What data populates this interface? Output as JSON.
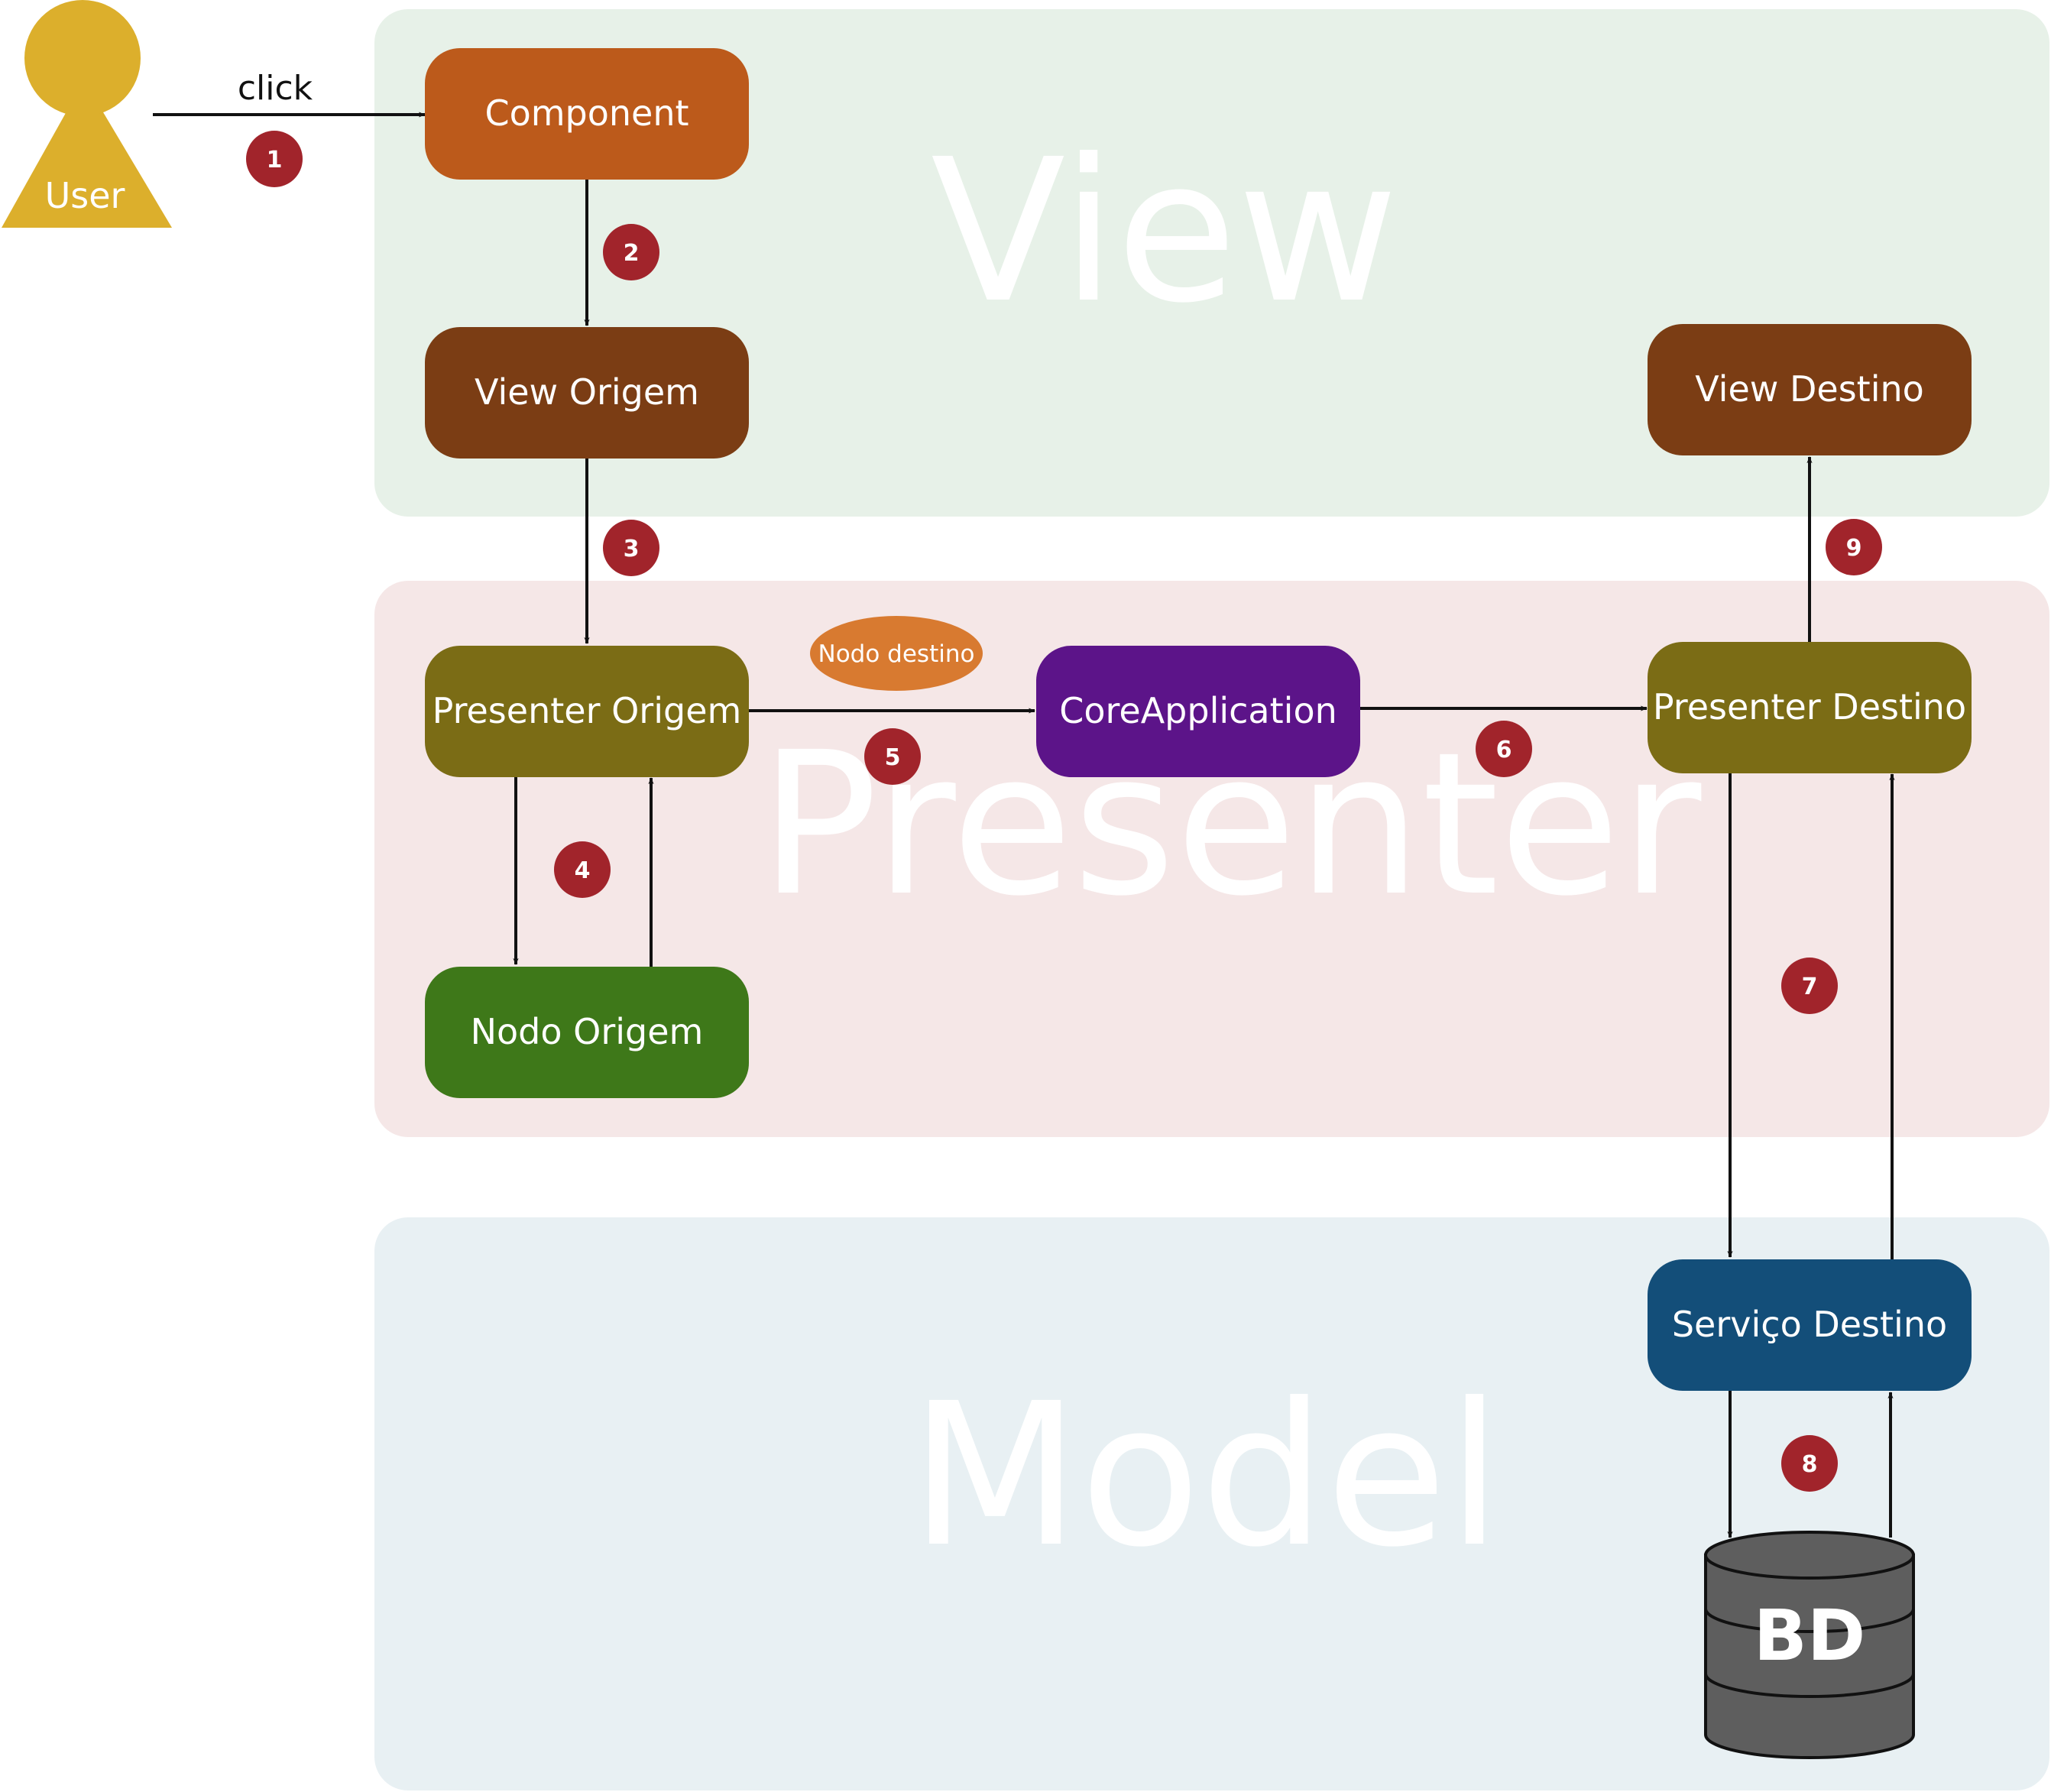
{
  "lanes": {
    "view": {
      "title": "View",
      "color": "#e7f1e8"
    },
    "presenter": {
      "title": "Presenter",
      "color": "#f5e7e7"
    },
    "model": {
      "title": "Model",
      "color": "#e8f0f3"
    }
  },
  "actor": {
    "label": "User",
    "color": "#dcaf2c"
  },
  "edge_label": "click",
  "nodes": {
    "component": {
      "label": "Component",
      "color": "#bc5a1b"
    },
    "view_origem": {
      "label": "View Origem",
      "color": "#7b3d14"
    },
    "presenter_origem": {
      "label": "Presenter Origem",
      "color": "#7b6c15"
    },
    "nodo_origem": {
      "label": "Nodo Origem",
      "color": "#3e7819"
    },
    "core_application": {
      "label": "CoreApplication",
      "color": "#5c1489"
    },
    "presenter_destino": {
      "label": "Presenter Destino",
      "color": "#7b6c15"
    },
    "view_destino": {
      "label": "View Destino",
      "color": "#7b3d14"
    },
    "servico_destino": {
      "label": "Serviço Destino",
      "color": "#134e79"
    },
    "bd": {
      "label": "BD",
      "color": "#5e5e5e"
    }
  },
  "payload": {
    "label": "Nodo destino",
    "color": "#d87a30"
  },
  "badge_color": "#a1242b",
  "badges": [
    "1",
    "2",
    "3",
    "4",
    "5",
    "6",
    "7",
    "8",
    "9"
  ]
}
